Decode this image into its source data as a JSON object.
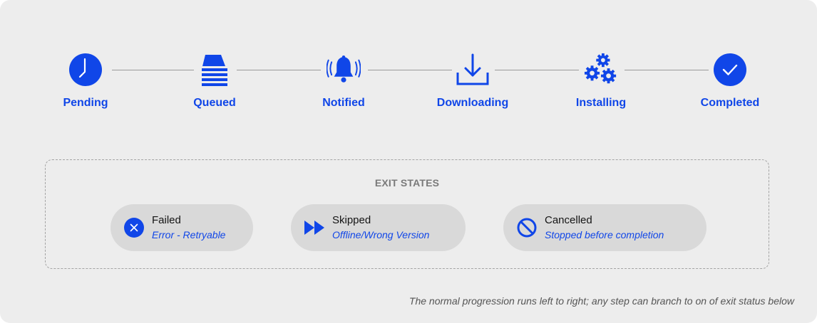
{
  "colors": {
    "accent": "#1046e8",
    "panel": "#ededed",
    "pill": "#d9d9d9",
    "connector": "#9a9a9a"
  },
  "steps": [
    {
      "label": "Pending",
      "icon": "clock-icon"
    },
    {
      "label": "Queued",
      "icon": "queue-stack-icon"
    },
    {
      "label": "Notified",
      "icon": "bell-ringing-icon"
    },
    {
      "label": "Downloading",
      "icon": "download-icon"
    },
    {
      "label": "Installing",
      "icon": "gears-icon"
    },
    {
      "label": "Completed",
      "icon": "check-circle-icon"
    }
  ],
  "exit_states": {
    "title": "EXIT STATES",
    "items": [
      {
        "name": "Failed",
        "description": "Error - Retryable",
        "icon": "x-circle-icon"
      },
      {
        "name": "Skipped",
        "description": "Offline/Wrong Version",
        "icon": "fast-forward-icon"
      },
      {
        "name": "Cancelled",
        "description": "Stopped before completion",
        "icon": "prohibited-icon"
      }
    ]
  },
  "footnote": "The normal progression runs left to right; any step can branch to on of exit status below"
}
